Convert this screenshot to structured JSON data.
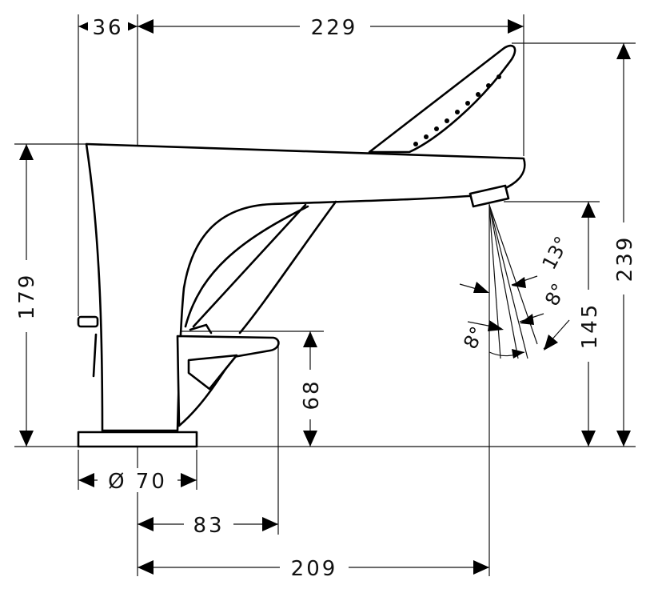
{
  "drawing": {
    "dimensions": {
      "d36": "36",
      "d229": "229",
      "d179": "179",
      "d239": "239",
      "d145": "145",
      "d68": "68",
      "d70": "Ø 70",
      "d83": "83",
      "d209": "209"
    },
    "angles": {
      "a13": "13°",
      "a8_right": "8°",
      "a8_left": "8°"
    }
  }
}
